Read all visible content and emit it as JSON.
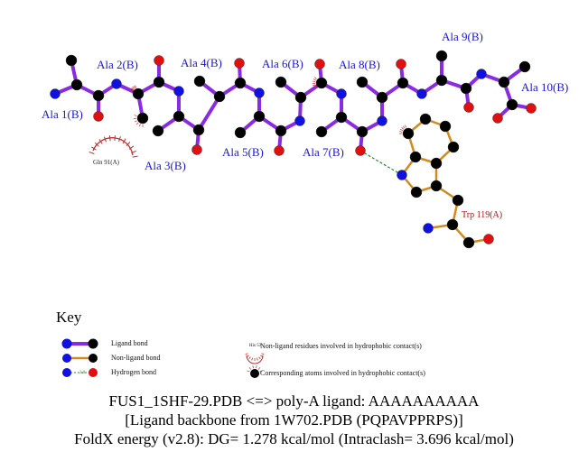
{
  "residue_labels": {
    "ala1": "Ala 1(B)",
    "ala2": "Ala 2(B)",
    "ala3": "Ala 3(B)",
    "ala4": "Ala 4(B)",
    "ala5": "Ala 5(B)",
    "ala6": "Ala 6(B)",
    "ala7": "Ala 7(B)",
    "ala8": "Ala 8(B)",
    "ala9": "Ala 9(B)",
    "ala10": "Ala 10(B)"
  },
  "protein_residues": {
    "trp": "Trp 119(A)",
    "gln": "Gln 91(A)"
  },
  "key": {
    "title": "Key",
    "ligand_bond": "Ligand bond",
    "nonligand_bond": "Non-ligand bond",
    "hydrogen_bond": "Hydrogen bond",
    "hbond_distance": "3.0",
    "hydrophobic_residue_example": "His 53",
    "hydrophobic_residues": "Non-ligand residues involved in hydrophobic contact(s)",
    "hydrophobic_atoms": "Corresponding atoms involved in hydrophobic contact(s)"
  },
  "captions": [
    "FUS1_1SHF-29.PDB <=> poly-A ligand: AAAAAAAAAA",
    "[Ligand backbone from 1W702.PDB (PQPAVPPRPS)]",
    "FoldX energy (v2.8): DG= 1.278 kcal/mol (Intraclash= 3.696 kcal/mol)"
  ],
  "colors": {
    "ligand_bond": "#8a2be2",
    "nonligand_bond": "#d08a20",
    "carbon": "#000000",
    "nitrogen": "#1010e0",
    "oxygen": "#e01010",
    "hbond": "#2a8a2a",
    "hydrophobic": "#c03030",
    "label": "#1a1acc"
  }
}
